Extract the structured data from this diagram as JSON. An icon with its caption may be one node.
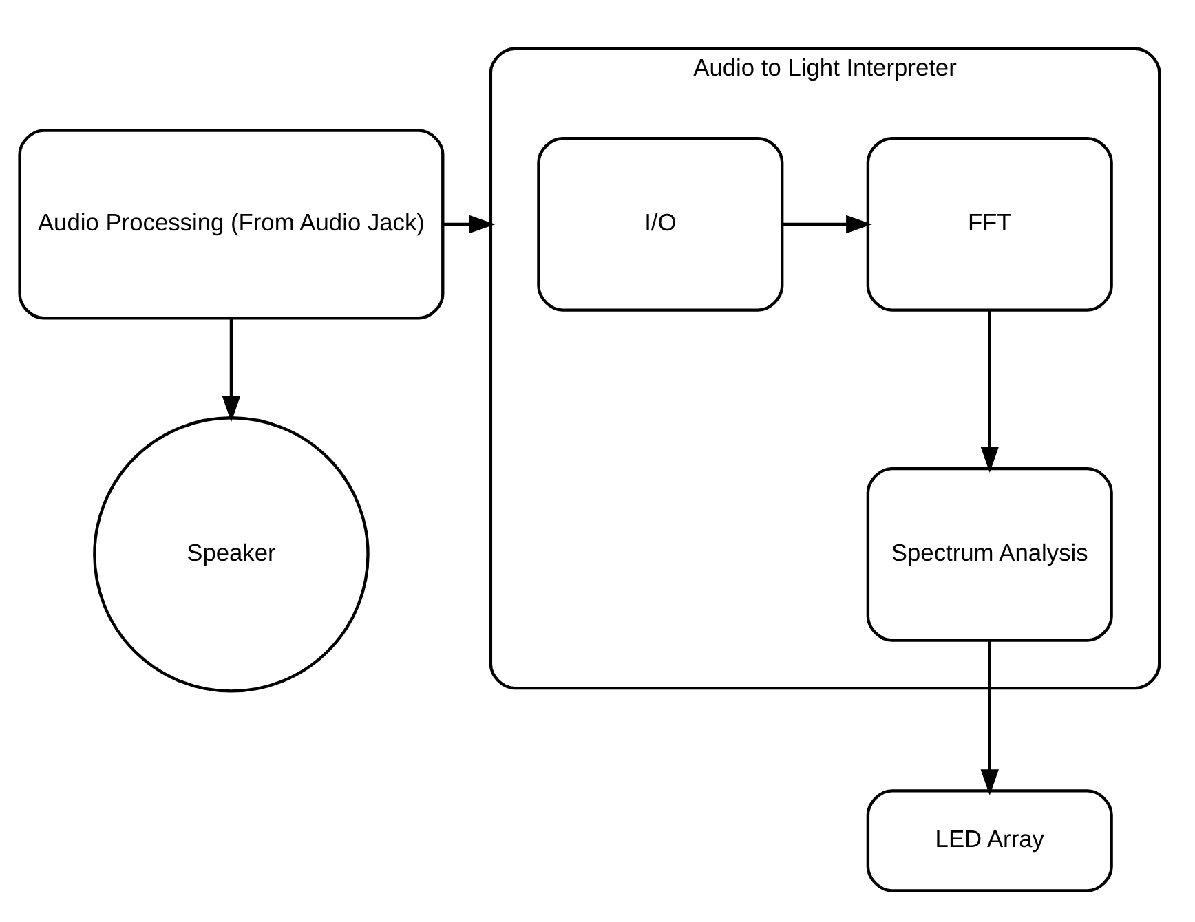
{
  "diagram": {
    "nodes": [
      {
        "text": [
          "Audio Processing (From Audio Jack)"
        ]
      },
      {
        "text": [
          "Audio to Light Interpreter"
        ]
      },
      {
        "text": [
          "I/O"
        ],
        "in": 1
      },
      {
        "text": [
          "FFT"
        ],
        "in": 1
      },
      {
        "text": [
          "Spectrum Analysis"
        ],
        "in": 1
      },
      {
        "text": [
          "Speaker"
        ]
      },
      {
        "text": [
          "LED Array"
        ]
      }
    ],
    "edges": [
      {
        "from": 0,
        "to": 1,
        "arrow": "to"
      },
      {
        "from": 0,
        "to": 5,
        "arrow": "to"
      },
      {
        "from": 2,
        "to": 3,
        "arrow": "to"
      },
      {
        "from": 3,
        "to": 4,
        "arrow": "to"
      },
      {
        "from": 4,
        "to": 6,
        "arrow": "to"
      }
    ]
  }
}
